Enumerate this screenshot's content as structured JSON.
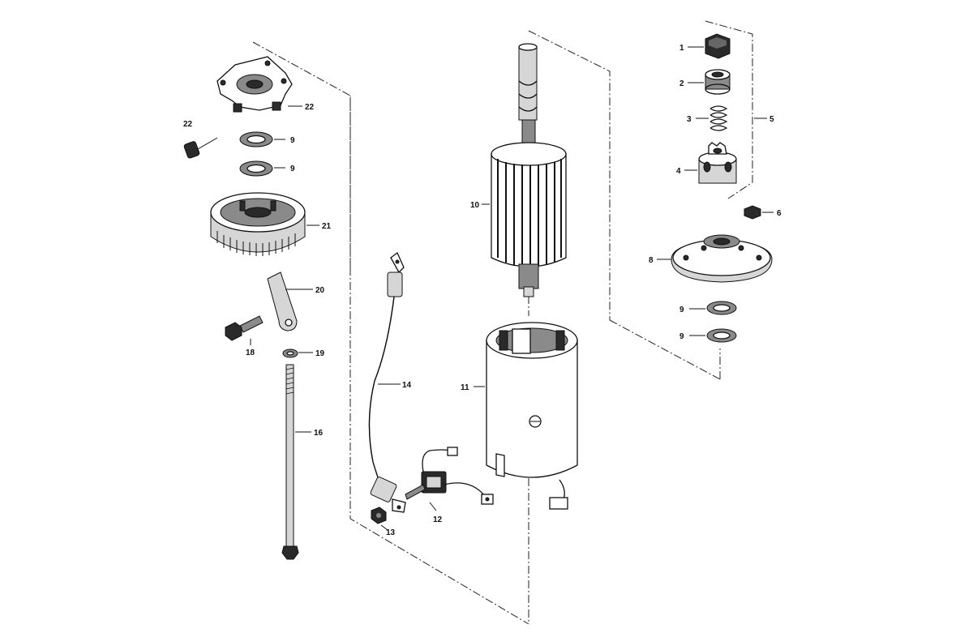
{
  "callouts": {
    "c1": "1",
    "c2": "2",
    "c3": "3",
    "c4": "4",
    "c5": "5",
    "c6": "6",
    "c8": "8",
    "c9a": "9",
    "c9b": "9",
    "c9c": "9",
    "c9d": "9",
    "c10": "10",
    "c11": "11",
    "c12": "12",
    "c13": "13",
    "c14": "14",
    "c16": "16",
    "c18": "18",
    "c19": "19",
    "c20": "20",
    "c21": "21",
    "c22a": "22",
    "c22b": "22"
  }
}
